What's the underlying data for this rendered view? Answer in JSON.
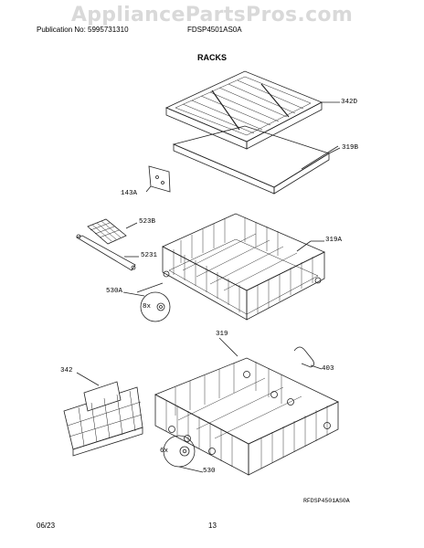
{
  "watermark": "AppliancePartsPros.com",
  "header": {
    "publication": "Publication No: 5995731310",
    "model": "FDSP4501AS0A",
    "section_title": "RACKS"
  },
  "callouts": {
    "c342D": "342D",
    "c319B": "319B",
    "c143A": "143A",
    "c523B": "523B",
    "c319A": "319A",
    "c5231": "5231",
    "c530A": "530A",
    "c8x_top": "8x",
    "c319": "319",
    "c342": "342",
    "c403": "403",
    "c6x": "6x",
    "c530": "530"
  },
  "diagram_ref": "RFDSP4501AS0A",
  "footer": {
    "date": "06/23",
    "page": "13"
  }
}
